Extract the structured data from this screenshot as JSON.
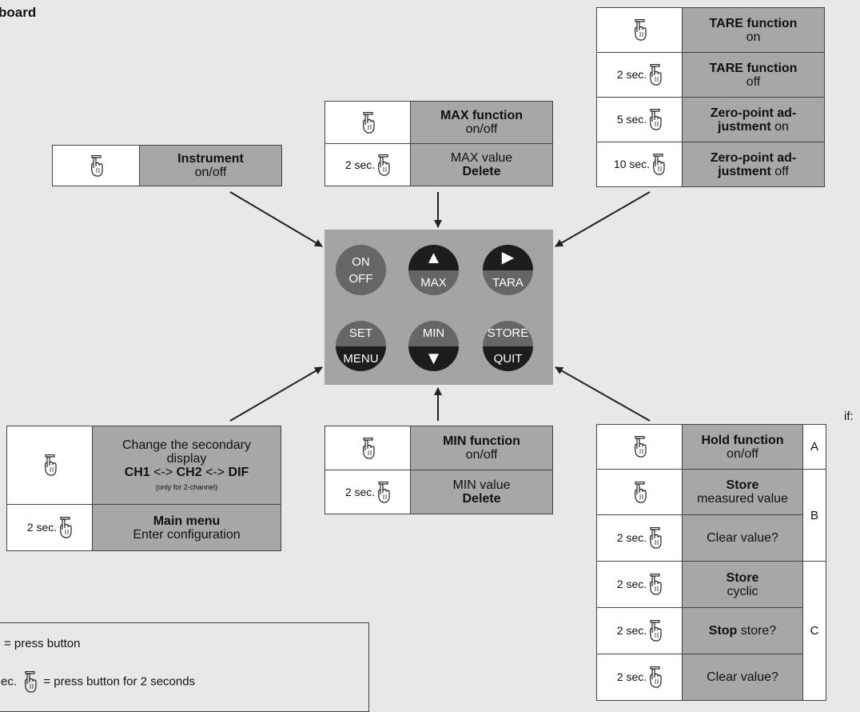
{
  "page_title": "board",
  "instrument": {
    "title": "Instrument",
    "sub": "on/off"
  },
  "max": {
    "title": "MAX function",
    "sub": "on/off",
    "pre": "2 sec.",
    "value": "MAX value",
    "del": "Delete"
  },
  "tare": {
    "r1_title": "TARE function",
    "r1_sub": "on",
    "r2_pre": "2 sec.",
    "r2_title": "TARE function",
    "r2_sub": "off",
    "r3_pre": "5 sec.",
    "r3_l1": "Zero-point ad-",
    "r3_l2b": "justment",
    "r3_l2": " on",
    "r4_pre": "10 sec.",
    "r4_l1": "Zero-point ad-",
    "r4_l2b": "justment",
    "r4_l2": " off"
  },
  "set": {
    "r1_l1": "Change the secondary",
    "r1_l2": "display",
    "r1_ch1": "CH1",
    "r1_a1": " <-> ",
    "r1_ch2": "CH2",
    "r1_a2": " <-> ",
    "r1_dif": "DIF",
    "r1_note": "(only for 2-channel)",
    "r2_pre": "2 sec.",
    "r2_title": "Main menu",
    "r2_sub": "Enter configuration"
  },
  "min": {
    "title": "MIN function",
    "sub": "on/off",
    "pre": "2 sec.",
    "value": "MIN value",
    "del": "Delete"
  },
  "store": {
    "if_label": "if:",
    "r1_title": "Hold function",
    "r1_sub": "on/off",
    "a": "A",
    "r2_title": "Store",
    "r2_sub": "measured value",
    "b": "B",
    "r3_pre": "2 sec.",
    "r3": "Clear value?",
    "r4_pre": "2 sec.",
    "r4_title": "Store",
    "r4_sub": "cyclic",
    "c": "C",
    "r5_pre": "2 sec.",
    "r5_b": "Stop",
    "r5": " store?",
    "r6_pre": "2 sec.",
    "r6": "Clear value?"
  },
  "keys": {
    "on": "ON",
    "off": "OFF",
    "up": "▲",
    "max": "MAX",
    "right": "▶",
    "tara": "TARA",
    "set": "SET",
    "menu": "MENU",
    "min": "MIN",
    "down": "▼",
    "store": "STORE",
    "quit": "QUIT"
  },
  "legend": {
    "l1": "= press button",
    "l2_pre": "ec.",
    "l2": "= press button for 2 seconds"
  }
}
